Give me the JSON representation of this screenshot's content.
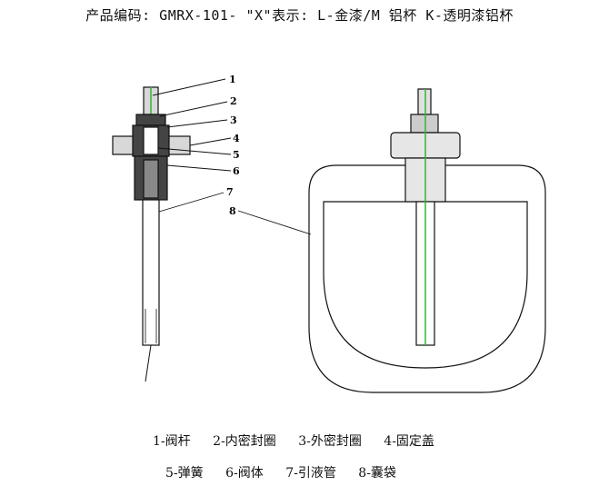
{
  "title": "产品编码: GMRX-101- \"X\"表示: L-金漆/M 铝杯  K-透明漆铝杯",
  "callouts": [
    "1",
    "2",
    "3",
    "4",
    "5",
    "6",
    "7",
    "8"
  ],
  "legend": {
    "row1": [
      "1-阀杆",
      "2-内密封圈",
      "3-外密封圈",
      "4-固定盖"
    ],
    "row2": [
      "5-弹簧",
      "6-阀体",
      "7-引液管",
      "8-囊袋"
    ]
  },
  "colors": {
    "line": "#111111",
    "tube": "#2fb82f",
    "fill_dark": "#444444",
    "fill_light": "#d8d8d8"
  }
}
